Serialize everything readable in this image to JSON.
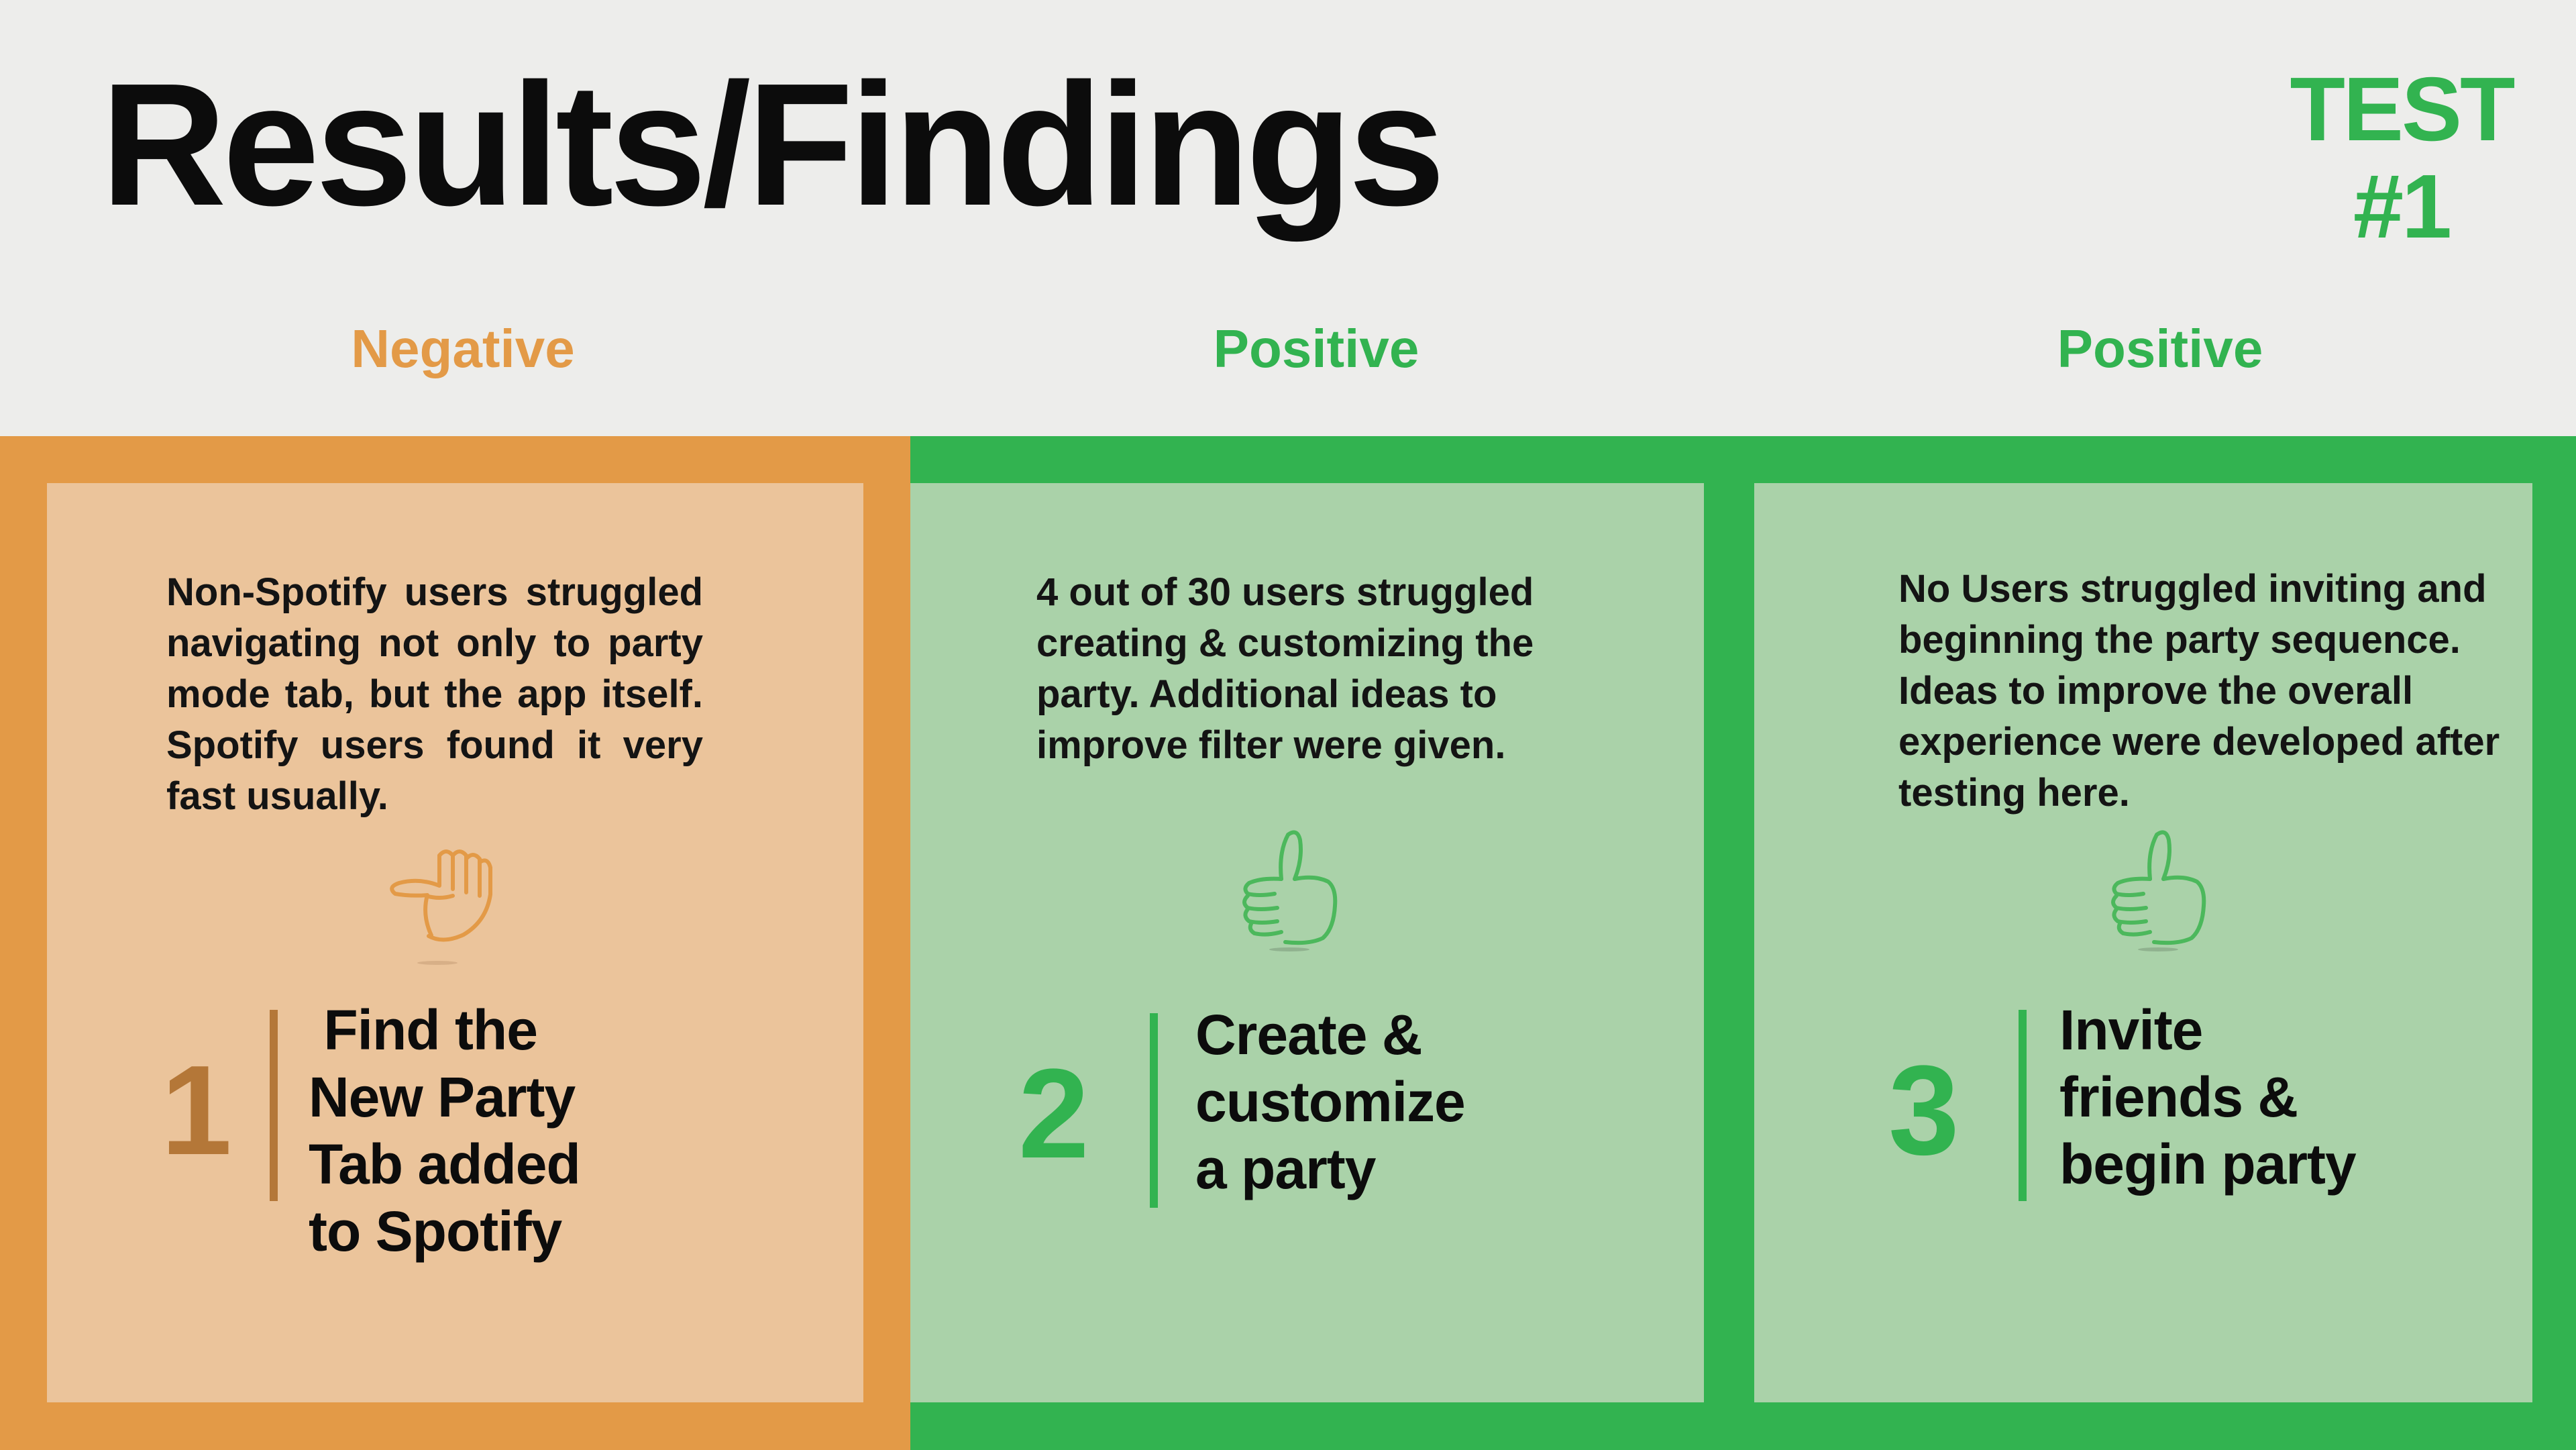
{
  "title": "Results/Findings",
  "test_tag": {
    "line1": "TEST",
    "line2": "#1"
  },
  "colors": {
    "negative": "#e39a47",
    "negative_panel": "#ebc49b",
    "negative_dark": "#b47738",
    "positive": "#32b350",
    "positive_panel": "#aad2a9"
  },
  "columns": [
    {
      "sentiment": "Negative",
      "description": "Non-Spotify users struggled navigating not only to party mode tab, but the app itself. Spotify users found it very fast usually.",
      "icon": "thumbs-sideways-icon",
      "number": "1",
      "step_lines": [
        " Find the",
        "New Party",
        "Tab added",
        "to Spotify"
      ]
    },
    {
      "sentiment": "Positive",
      "description": "4 out of 30 users struggled creating & customizing the party. Additional ideas to improve filter were given.",
      "icon": "thumbs-up-icon",
      "number": "2",
      "step_lines": [
        "Create &",
        "customize",
        "a party"
      ]
    },
    {
      "sentiment": "Positive",
      "description": "No Users struggled inviting and beginning the party sequence. Ideas to improve the overall experience were developed after testing here.",
      "icon": "thumbs-up-icon",
      "number": "3",
      "step_lines": [
        "Invite",
        "friends &",
        "begin party"
      ]
    }
  ]
}
